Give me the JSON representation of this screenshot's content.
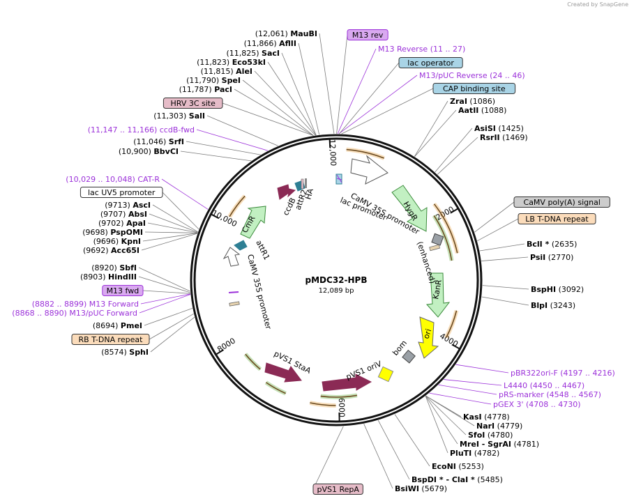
{
  "credit": "Created by SnapGene",
  "plasmid": {
    "name": "pMDC32-HPB",
    "size_label": "12,089 bp",
    "length": 12089
  },
  "ticks": [
    {
      "pos": 2000,
      "label": "2000"
    },
    {
      "pos": 4000,
      "label": "4000"
    },
    {
      "pos": 6000,
      "label": "6000"
    },
    {
      "pos": 8000,
      "label": "8000"
    },
    {
      "pos": 10000,
      "label": "10,000"
    },
    {
      "pos": 12000,
      "label": "12,000"
    }
  ],
  "sites": [
    {
      "pos": 12061,
      "coord": "(12,061)",
      "name": "MauBI"
    },
    {
      "pos": 11866,
      "coord": "(11,866)",
      "name": "AflII"
    },
    {
      "pos": 11825,
      "coord": "(11,825)",
      "name": "SacI"
    },
    {
      "pos": 11823,
      "coord": "(11,823)",
      "name": "Eco53kI"
    },
    {
      "pos": 11815,
      "coord": "(11,815)",
      "name": "AleI"
    },
    {
      "pos": 11790,
      "coord": "(11,790)",
      "name": "SpeI"
    },
    {
      "pos": 11787,
      "coord": "(11,787)",
      "name": "PacI"
    },
    {
      "pos": 11303,
      "coord": "(11,303)",
      "name": "SalI"
    },
    {
      "pos": 11046,
      "coord": "(11,046)",
      "name": "SrfI"
    },
    {
      "pos": 10900,
      "coord": "(10,900)",
      "name": "BbvCI"
    },
    {
      "pos": 9713,
      "coord": "(9713)",
      "name": "AscI"
    },
    {
      "pos": 9707,
      "coord": "(9707)",
      "name": "AbsI"
    },
    {
      "pos": 9702,
      "coord": "(9702)",
      "name": "ApaI"
    },
    {
      "pos": 9698,
      "coord": "(9698)",
      "name": "PspOMI"
    },
    {
      "pos": 9696,
      "coord": "(9696)",
      "name": "KpnI"
    },
    {
      "pos": 9692,
      "coord": "(9692)",
      "name": "Acc65I"
    },
    {
      "pos": 8920,
      "coord": "(8920)",
      "name": "SbfI"
    },
    {
      "pos": 8903,
      "coord": "(8903)",
      "name": "HindIII"
    },
    {
      "pos": 8694,
      "coord": "(8694)",
      "name": "PmeI"
    },
    {
      "pos": 8574,
      "coord": "(8574)",
      "name": "SphI"
    },
    {
      "pos": 1086,
      "coord": "(1086)",
      "name": "ZraI"
    },
    {
      "pos": 1088,
      "coord": "(1088)",
      "name": "AatII"
    },
    {
      "pos": 1425,
      "coord": "(1425)",
      "name": "AsiSI"
    },
    {
      "pos": 1469,
      "coord": "(1469)",
      "name": "RsrII"
    },
    {
      "pos": 2635,
      "coord": "(2635)",
      "name": "BclI *"
    },
    {
      "pos": 2770,
      "coord": "(2770)",
      "name": "PsiI"
    },
    {
      "pos": 3092,
      "coord": "(3092)",
      "name": "BspHI"
    },
    {
      "pos": 3243,
      "coord": "(3243)",
      "name": "BlpI"
    },
    {
      "pos": 4778,
      "coord": "(4778)",
      "name": "KasI"
    },
    {
      "pos": 4779,
      "coord": "(4779)",
      "name": "NarI"
    },
    {
      "pos": 4780,
      "coord": "(4780)",
      "name": "SfoI"
    },
    {
      "pos": 4781,
      "coord": "(4781)",
      "name": "MreI - SgrAI"
    },
    {
      "pos": 4782,
      "coord": "(4782)",
      "name": "PluTI"
    },
    {
      "pos": 5253,
      "coord": "(5253)",
      "name": "EcoNI"
    },
    {
      "pos": 5485,
      "coord": "(5485)",
      "name": "BspDI * - ClaI *"
    },
    {
      "pos": 5679,
      "coord": "(5679)",
      "name": "BsiWI"
    }
  ],
  "primers": [
    {
      "pos": 19,
      "name": "M13 Reverse",
      "range": "(11 .. 27)"
    },
    {
      "pos": 35,
      "name": "M13/pUC Reverse",
      "range": "(24 .. 46)"
    },
    {
      "pos": 11156,
      "name": "ccdB-fwd",
      "range": "(11,147 .. 11,166)"
    },
    {
      "pos": 10038,
      "name": "CAT-R",
      "range": "(10,029 .. 10,048)"
    },
    {
      "pos": 8885,
      "name": "M13 Forward",
      "range": "(8882 .. 8899)"
    },
    {
      "pos": 8879,
      "name": "M13/pUC Forward",
      "range": "(8868 .. 8890)"
    },
    {
      "pos": 4206,
      "name": "pBR322ori-F",
      "range": "(4197 .. 4216)"
    },
    {
      "pos": 4458,
      "name": "L4440",
      "range": "(4450 .. 4467)"
    },
    {
      "pos": 4557,
      "name": "pRS-marker",
      "range": "(4548 .. 4567)"
    },
    {
      "pos": 4719,
      "name": "pGEX 3'",
      "range": "(4708 .. 4730)"
    }
  ],
  "boxed_features": [
    {
      "pos": 5,
      "name": "M13 rev",
      "fill": "#d9a9f0",
      "stroke": "#9b30d9"
    },
    {
      "pos": 40,
      "name": "lac operator",
      "fill": "#a9d4e6",
      "stroke": "#333333"
    },
    {
      "pos": 70,
      "name": "CAP binding site",
      "fill": "#a9d4e6",
      "stroke": "#333333"
    },
    {
      "pos": 11790,
      "name": "HRV 3C site",
      "fill": "#e6bcc8",
      "stroke": "#333333"
    },
    {
      "pos": 9750,
      "name": "lac UV5 promoter",
      "fill": "#ffffff",
      "stroke": "#333333"
    },
    {
      "pos": 8890,
      "name": "M13 fwd",
      "fill": "#d9a9f0",
      "stroke": "#9b30d9"
    },
    {
      "pos": 8620,
      "name": "RB T-DNA repeat",
      "fill": "#fbdcbb",
      "stroke": "#333333"
    },
    {
      "pos": 2380,
      "name": "CaMV poly(A) signal",
      "fill": "#cccccc",
      "stroke": "#333333"
    },
    {
      "pos": 2500,
      "name": "LB T-DNA repeat",
      "fill": "#fbdcbb",
      "stroke": "#333333"
    },
    {
      "pos": 5950,
      "name": "pVS1 RepA",
      "fill": "#e6bcc8",
      "stroke": "#333333"
    }
  ],
  "inner_labels": {
    "camv35s_top": "CaMV 35S promoter",
    "hygr": "HygR",
    "lac_promoter": "lac promoter",
    "enhanced": "(enhanced)",
    "kanr": "KanR",
    "ori": "ori",
    "bom": "bom",
    "pvs1_oriv": "pVS1 oriV",
    "pvs1_staa": "pVS1 StaA",
    "camv35s_left": "CaMV 35S promoter",
    "attr1": "attR1",
    "cmr": "CmR",
    "ccdb": "ccdB",
    "ha": "HA",
    "attr2": "attR2"
  },
  "colors": {
    "primer": "#9b30d9",
    "hygr": "#c2f0c2",
    "kanr": "#c2f0c2",
    "cmr": "#c2f0c2",
    "ori": "#ffff00",
    "repa": "#8b2a55",
    "ccdb": "#8b2a55",
    "attr": "#2e7f94",
    "orange_arc": "#e8a040",
    "green_arc": "#5aa832"
  }
}
